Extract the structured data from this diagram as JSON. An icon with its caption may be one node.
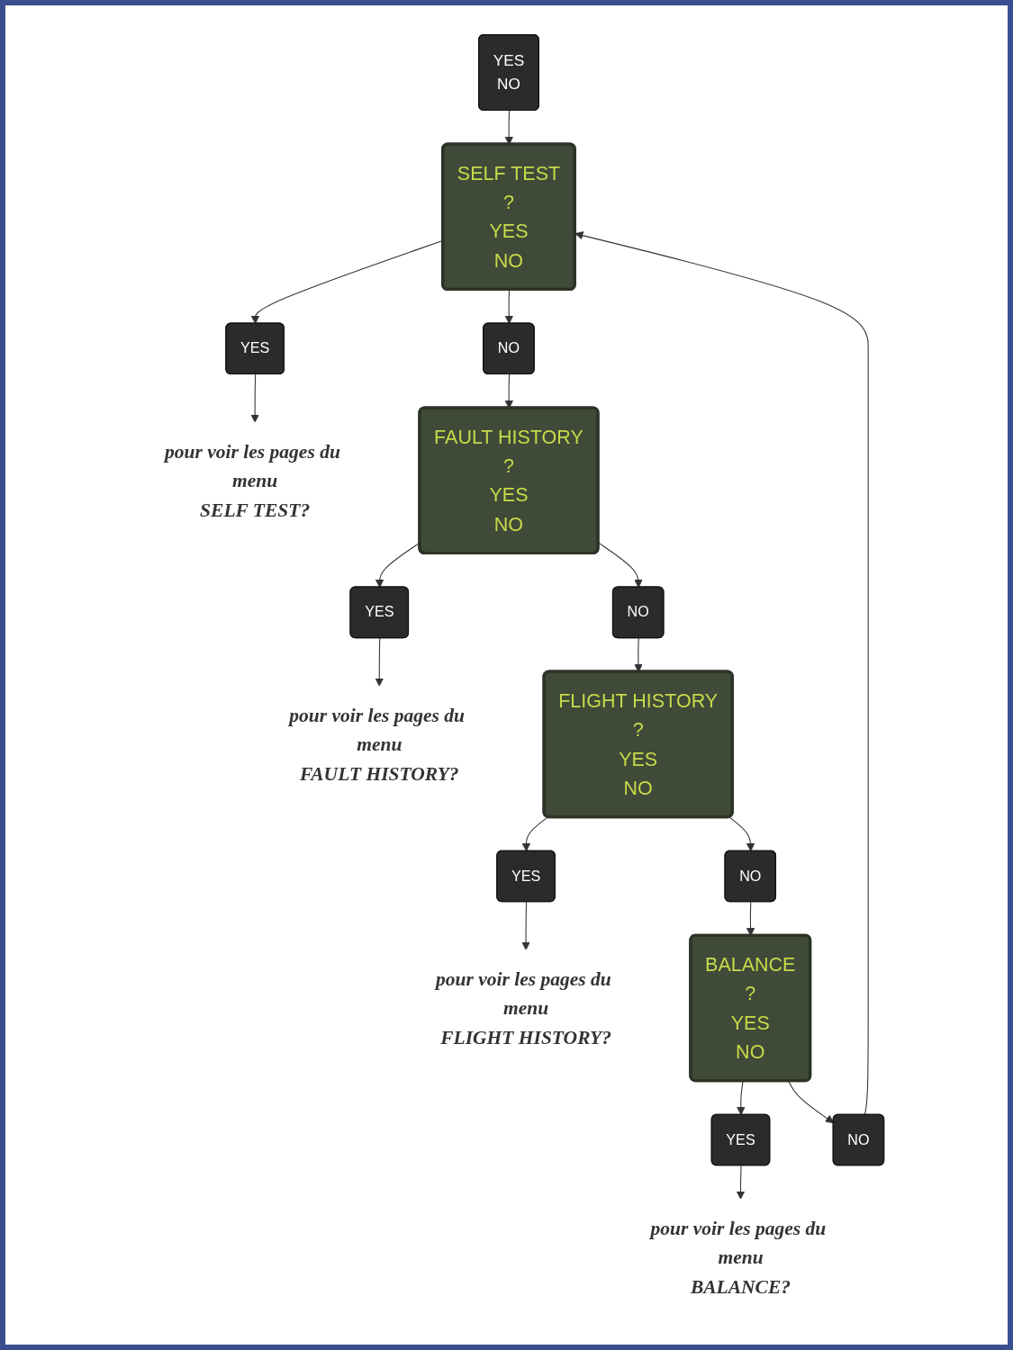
{
  "diagram": {
    "nodes": [
      {
        "text": [
          "YES",
          "NO"
        ]
      },
      {
        "text": [
          "SELF TEST",
          "?",
          "YES",
          "NO"
        ]
      },
      {
        "text": [
          "YES"
        ]
      },
      {
        "text": [
          "pour voir les pages du menu",
          "SELF TEST?"
        ]
      },
      {
        "text": [
          "NO"
        ]
      },
      {
        "text": [
          "FAULT HISTORY",
          "?",
          "YES",
          "NO"
        ]
      },
      {
        "text": [
          "YES"
        ]
      },
      {
        "text": [
          "pour voir les pages du menu",
          "FAULT HISTORY?"
        ]
      },
      {
        "text": [
          "NO"
        ]
      },
      {
        "text": [
          "FLIGHT HISTORY",
          "?",
          "YES",
          "NO"
        ]
      },
      {
        "text": [
          "YES"
        ]
      },
      {
        "text": [
          "pour voir les pages du menu",
          "FLIGHT HISTORY?"
        ]
      },
      {
        "text": [
          "NO"
        ]
      },
      {
        "text": [
          "BALANCE",
          "?",
          "YES",
          "NO"
        ]
      },
      {
        "text": [
          "YES"
        ]
      },
      {
        "text": [
          "pour voir les pages du menu",
          "BALANCE?"
        ]
      },
      {
        "text": [
          "NO"
        ]
      }
    ],
    "edges": [
      {
        "from": 0,
        "to": 1,
        "arrow": "to"
      },
      {
        "from": 1,
        "to": 2,
        "arrow": "to"
      },
      {
        "from": 2,
        "to": 3,
        "arrow": "to"
      },
      {
        "from": 1,
        "to": 4,
        "arrow": "to"
      },
      {
        "from": 4,
        "to": 5,
        "arrow": "to"
      },
      {
        "from": 5,
        "to": 6,
        "arrow": "to"
      },
      {
        "from": 6,
        "to": 7,
        "arrow": "to"
      },
      {
        "from": 5,
        "to": 8,
        "arrow": "to"
      },
      {
        "from": 8,
        "to": 9,
        "arrow": "to"
      },
      {
        "from": 9,
        "to": 10,
        "arrow": "to"
      },
      {
        "from": 10,
        "to": 11,
        "arrow": "to"
      },
      {
        "from": 9,
        "to": 12,
        "arrow": "to"
      },
      {
        "from": 12,
        "to": 13,
        "arrow": "to"
      },
      {
        "from": 13,
        "to": 14,
        "arrow": "to"
      },
      {
        "from": 14,
        "to": 15,
        "arrow": "to"
      },
      {
        "from": 13,
        "to": 16,
        "arrow": "to"
      },
      {
        "from": 16,
        "to": 1,
        "arrow": "to"
      }
    ]
  }
}
